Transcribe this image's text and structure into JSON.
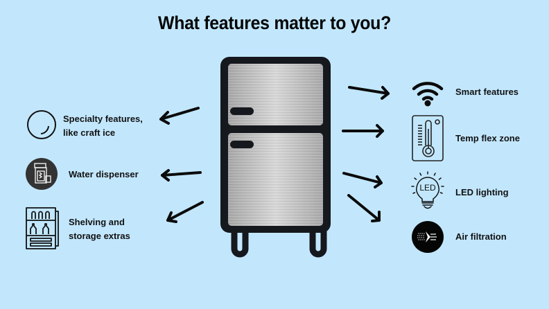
{
  "title": "What features matter to you?",
  "colors": {
    "background": "#c2e7fd",
    "outline": "#15181d",
    "steel_light": "#d6d6d6",
    "steel_dark": "#a9a9a9",
    "icon_dark": "#333333",
    "text": "#111111"
  },
  "center": {
    "icon": "refrigerator-icon"
  },
  "left_features": [
    {
      "label_line1": "Specialty features,",
      "label_line2": "like craft ice",
      "icon": "ice-sphere-icon"
    },
    {
      "label_line1": "Water dispenser",
      "label_line2": "",
      "icon": "water-dispenser-icon"
    },
    {
      "label_line1": "Shelving and",
      "label_line2": "storage extras",
      "icon": "shelving-icon"
    }
  ],
  "right_features": [
    {
      "label": "Smart features",
      "icon": "wifi-icon"
    },
    {
      "label": "Temp flex zone",
      "icon": "thermometer-icon"
    },
    {
      "label": "LED lighting",
      "icon": "led-bulb-icon"
    },
    {
      "label": "Air filtration",
      "icon": "air-filter-icon"
    }
  ],
  "led_text": "LED"
}
